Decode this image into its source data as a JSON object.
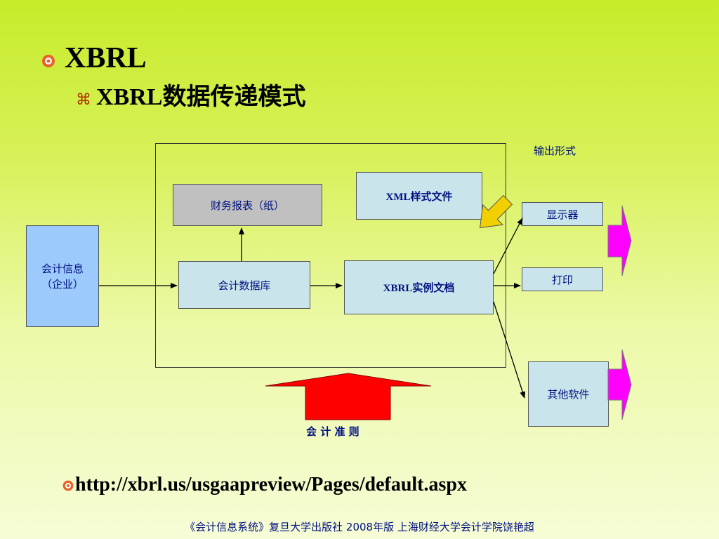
{
  "slide": {
    "title": "XBRL",
    "subtitle": "XBRL数据传递模式",
    "url": "http://xbrl.us/usgaapreview/Pages/default.aspx",
    "footer": "《会计信息系统》复旦大学出版社 2008年版 上海财经大学会计学院饶艳超"
  },
  "diagram": {
    "source": "会计信息\n（企业）",
    "database": "会计数据库",
    "paper_report": "财务报表（纸）",
    "xml_style": "XML样式文件",
    "xbrl_instance": "XBRL实例文档",
    "output_label": "输出形式",
    "outputs": [
      "显示器",
      "打印",
      "其他软件"
    ],
    "standard": "会 计 准 则"
  },
  "colors": {
    "accent_red": "#ff0000",
    "magenta": "#ff00ff",
    "arrow_yellow": "#f2d000",
    "text_blue": "#001080"
  }
}
